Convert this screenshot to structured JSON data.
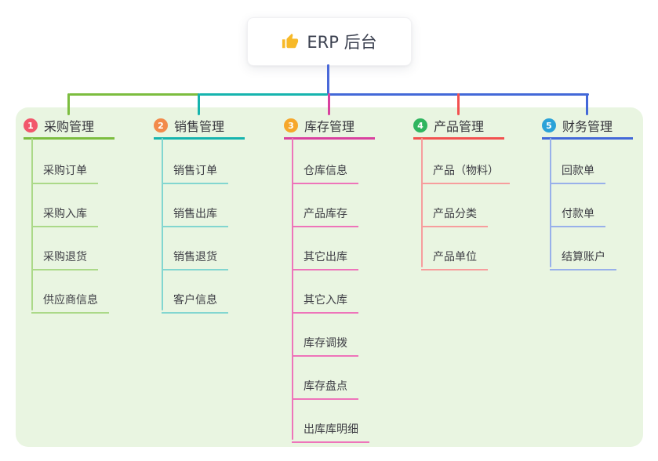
{
  "root": {
    "title": "ERP 后台",
    "icon": "thumbs-up-icon"
  },
  "colors": {
    "canvas_bg": "#ffffff",
    "panel_bg": "#e9f5e1",
    "root_line": "#4a69d9",
    "root_text": "#3c4150",
    "thumb_icon": "#f7b928"
  },
  "branches": [
    {
      "index": "1",
      "title": "采购管理",
      "badge_color": "#f2566b",
      "line_color": "#7cbd3f",
      "child_line_color": "#abd988",
      "children": [
        "采购订单",
        "采购入库",
        "采购退货",
        "供应商信息"
      ]
    },
    {
      "index": "2",
      "title": "销售管理",
      "badge_color": "#f28a4b",
      "line_color": "#16b4ae",
      "child_line_color": "#82d6d0",
      "children": [
        "销售订单",
        "销售出库",
        "销售退货",
        "客户信息"
      ]
    },
    {
      "index": "3",
      "title": "库存管理",
      "badge_color": "#f6a72b",
      "line_color": "#d9419f",
      "child_line_color": "#ee74ba",
      "children": [
        "仓库信息",
        "产品库存",
        "其它出库",
        "其它入库",
        "库存调拨",
        "库存盘点",
        "出库库明细"
      ]
    },
    {
      "index": "4",
      "title": "产品管理",
      "badge_color": "#2fb55f",
      "line_color": "#f25150",
      "child_line_color": "#f79d9d",
      "children": [
        "产品（物料）",
        "产品分类",
        "产品单位"
      ]
    },
    {
      "index": "5",
      "title": "财务管理",
      "badge_color": "#2aa2d8",
      "line_color": "#4368d8",
      "child_line_color": "#98b0ea",
      "children": [
        "回款单",
        "付款单",
        "结算账户"
      ]
    }
  ]
}
